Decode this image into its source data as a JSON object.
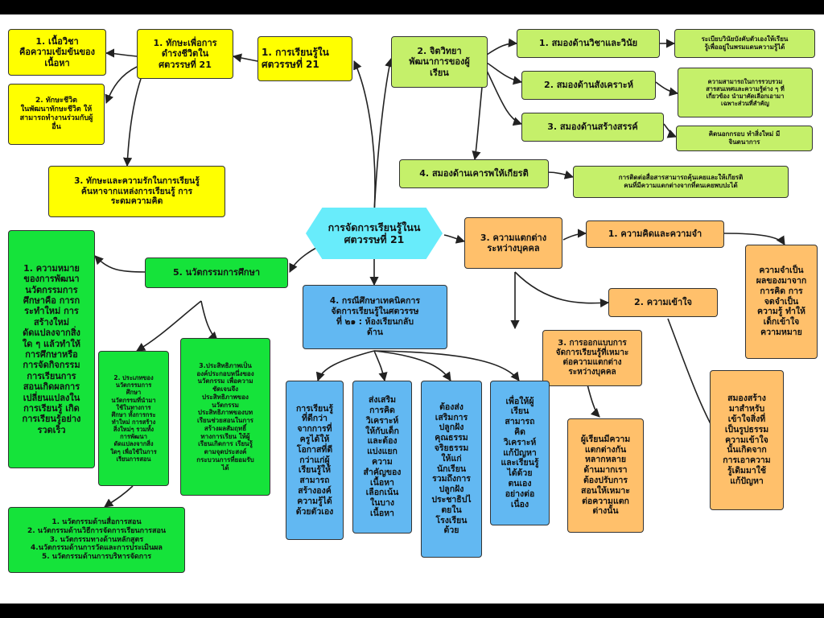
{
  "colors": {
    "yellow": "#ffff00",
    "light_green": "#c5f06a",
    "green": "#15e33a",
    "blue": "#62b8f2",
    "orange": "#ffc06b",
    "cyan": "#68ecfb"
  },
  "center": "การจัดการเรียนรู้ในน\nศตวรรษที่ 21",
  "yellow": {
    "main": "1. การเรียนรู้ใน\nศตวรรษที่ 21",
    "skills": "1. ทักษะเพื่อการ\nดำรงชีวิตใน\nศตวรรษที่ 21",
    "content": "1. เนื้อวิชา\nคือความเข้มข้นของ\nเนื้อหา",
    "life": "2. ทักษะชีวิต\nในพัฒนาทักษะชีวิต ให้\nสามารถทำงานร่วมกับผู้\nอื่น",
    "love": "3. ทักษะและความรักในการเรียนรู้\nค้นหาจากแหล่งการเรียนรู้ การ\nระดมความคิด"
  },
  "psych": {
    "main": "2. จิตวิทยา\nพัฒนาการของผู้\nเรียน",
    "d1": "1. สมองด้านวิชาและวินัย",
    "d1_detail": "ระเบียบวินัยบังคับตัวเองให้เรียน\nรู้เพื่ออยู่ในพรมแดนความรู้ได้",
    "d2": "2. สมองด้านสังเคราะห์",
    "d2_detail": "ความสามารถในการรวบรวม\nสารสนเทศและความรู้ต่าง ๆ ที่\nเกี่ยวข้อง นำมาคัดเลือกเอามา\nเฉพาะส่วนที่สำคัญ",
    "d3": "3. สมองด้านสร้างสรรค์",
    "d3_detail": "คิดนอกกรอบ ทำสิ่งใหม่ มี\nจินตนาการ",
    "d4": "4. สมองด้านเคารพให้เกียรติ",
    "d4_detail": "การติดต่อสื่อสารสามารถคุ้นเคยและให้เกียรติ\nคนที่มีความแตกต่างจากที่ตนเคยพบปะได้"
  },
  "diff": {
    "main": "3. ความแตกต่าง\nระหว่างบุคคล",
    "think": "1. ความคิดและความจำ",
    "think_detail": "ความจำเป็น\nผลของมาจาก\nการคิด  การ\nจดจำเป็น\nความรู้ ทำให้\nเด็กเข้าใจ\nความหมาย",
    "understand": "2. ความเข้าใจ",
    "understand_detail": "สมองสร้าง\nมาสำหรับ\nเข้าใจสิ่งที่\nเป็นรูปธรรม\nความเข้าใจ\nนั้นเกิดจาก\nการเอาความ\nรู้เดิมมาใช้\nแก้ปัญหา",
    "design": "3. การออกแบบการ\nจัดการเรียนรู้ที่เหมาะ\nต่อความแตกต่าง\nระหว่างบุคคล",
    "design_detail": "ผู้เรียนมีความ\nแตกต่างกัน\nหลากหลาย\nด้านมากเรา\nต้องปรับการ\nสอนให้เหมาะ\nต่อความแตก\nต่างนั้น"
  },
  "case": {
    "main": "4. กรณีศึกษาเทคนิคการ\nจัดการเรียนรู้ในศตวรรษ\nที่ ๒๑ : ห้องเรียนกลับ\nด้าน",
    "b1": "การเรียนรู้\nที่ดีกว่า\nจากการที่\nครูได้ให้\nโอกาสที่ดี\nกว่าแก่ผู้\nเรียนรู้ให้\nสามารถ\nสร้างองค์\nความรู้ได้\nด้วยตัวเอง",
    "b2": "ส่งเสริม\nการคิด\nวิเคราะห์\nให้กับเด็ก\nและต้อง\nแบ่งแยก\nความ\nสำคัญของ\nเนื้อหา\nเลือกเน้น\nในบาง\nเนื้อหา",
    "b3": "ต้องส่ง\nเสริมการ\nปลูกฝัง\nคุณธรรม\nจริยธรรม\nให้แก่\nนักเรียน\nรวมถึงการ\nปลูกฝัง\nประชาธิปไ\nตยใน\nโรงเรียน\nด้วย",
    "b4": "เพื่อให้ผู้\nเรียน\nสามารถ\nคิด\nวิเคราะห์\nแก้ปัญหา\nและเรียนรู้\nได้ด้วย\nตนเอง\nอย่างต่อ\nเนื่อง"
  },
  "innov": {
    "main": "5. นวัตกรรมการศึกษา",
    "meaning": "1. ความหมาย\nของการพัฒนา\nนวัตกรรมการ\nศึกษาคือ การก\nระทำใหม่ การ\nสร้างใหม่\nดัดแปลงจากสิ่ง\nใด ๆ แล้วทำให้\nการศึกษาหรือ\nการจัดกิจกรรม\nการเรียนการ\nสอนเกิดผลการ\nเปลี่ยนแปลงใน\nการเรียนรู้ เกิด\nการเรียนรู้อย่าง\nรวดเร็ว",
    "types": "2. ประเภทของ\nนวัตกรรมการ\nศึกษา\nนวัตกรรมที่นำมา\nใช้ในทางการ\nศึกษา ทั้งการกระ\nทำใหม่ การสร้าง\nสิ่งใหม่ๆ รวมทั้ง\nการพัฒนา\nดัดแปลงจากสิ่ง\nใดๆ เพื่อใช้ในการ\nเรียนการสอน",
    "effect": "3.ประสิทธิภาพเป็น\nองค์ประกอบหนึ่งของ\nนวัตกรรม เพื่อความ\nชัดเจนจึง\nประสิทธิภาพของ\nนวัตกรรม\nประสิทธิภาพของบท\nเรียนช่วยสอนในการ\nสร้างผลสัมฤทธิ์\nทางการเรียน ให้ผู้\nเรียนเกิดการ เรียนรู้\nตามจุดประสงค์\nกระบวนการที่ยอมรับ\nได้",
    "list": "1. นวัตกรรมด้านสื่อการสอน\n2. นวัตกรรมด้านวิธีการจัดการเรียนการสอน\n3. นวัตกรรมทางด้านหลักสูตร\n4.นวัตกรรมด้านการวัดและการประเมินผล\n5. นวัตกรรมด้านการบริหารจัดการ"
  }
}
